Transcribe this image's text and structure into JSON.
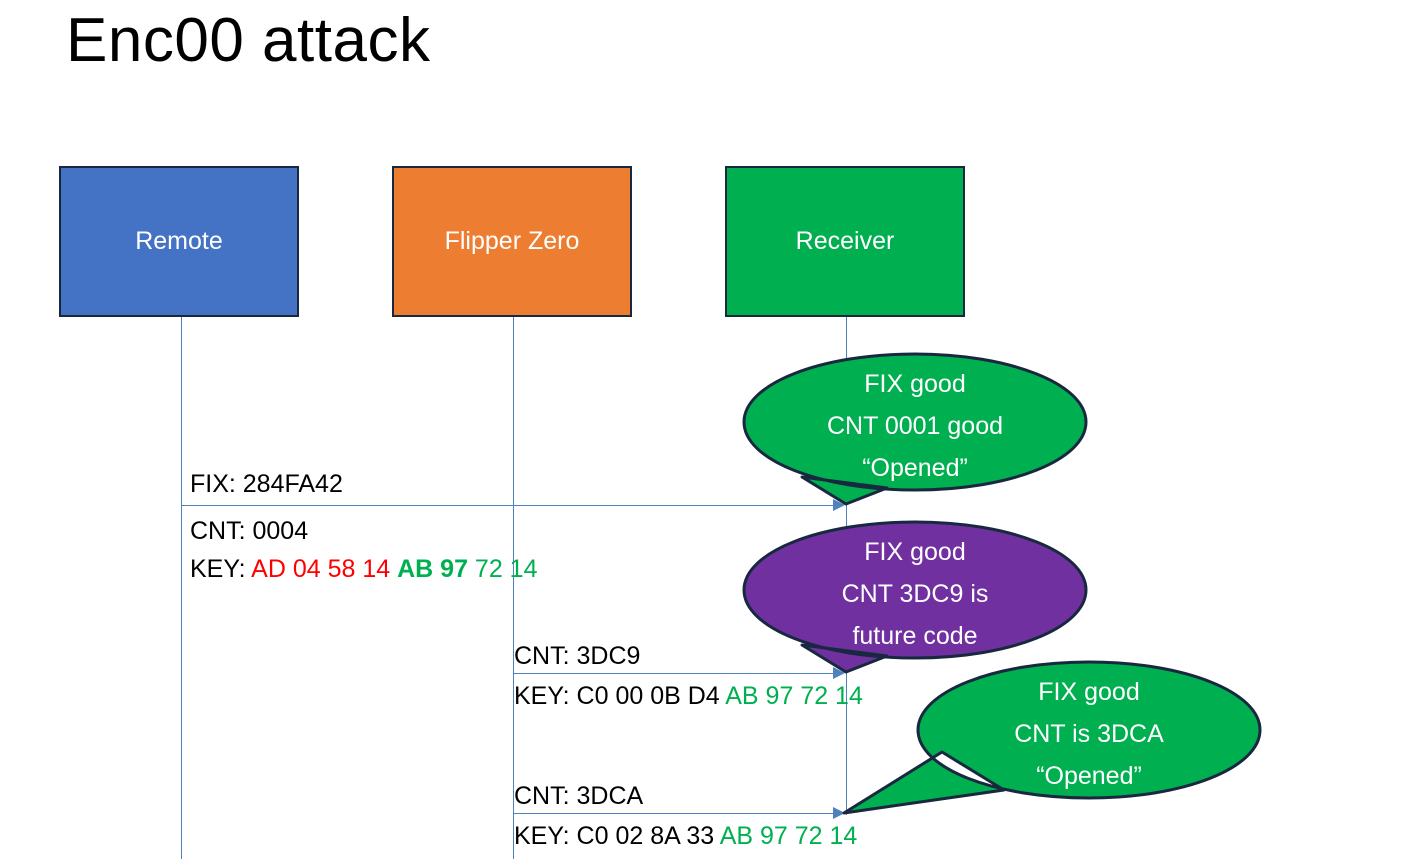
{
  "slide": {
    "title": "Enc00 attack",
    "background": "#ffffff"
  },
  "colors": {
    "remote_blue": "#4472C4",
    "flipper_orange": "#ED7D31",
    "receiver_green": "#00B050",
    "callout_purple": "#7030A0",
    "hex_red": "#FF0000",
    "hex_green": "#00B050",
    "line_blue": "#4f81bd",
    "outline": "#18283f"
  },
  "actors": [
    {
      "name": "remote",
      "label": "Remote"
    },
    {
      "name": "flipper",
      "label": "Flipper Zero"
    },
    {
      "name": "receiver",
      "label": "Receiver"
    }
  ],
  "messages": [
    {
      "id": "msg1",
      "from": "remote",
      "to": "receiver",
      "fix_label": "FIX: 284FA42",
      "cnt_label": "CNT: 0004",
      "key_prefix": "KEY: ",
      "key_red": "AD 04 58 14 ",
      "key_green_bold": "AB 97 ",
      "key_green": "72 14"
    },
    {
      "id": "msg2",
      "from": "flipper",
      "to": "receiver",
      "cnt_label": "CNT: 3DC9",
      "key_prefix": "KEY: C0 00 0B D4 ",
      "key_green": "AB 97 72 14"
    },
    {
      "id": "msg3",
      "from": "flipper",
      "to": "receiver",
      "cnt_label": "CNT: 3DCA",
      "key_prefix": "KEY: C0 02 8A 33 ",
      "key_green": "AB 97 72 14"
    }
  ],
  "callouts": [
    {
      "id": "callout-1",
      "fill": "#00B050",
      "line1": "FIX good",
      "line2": "CNT 0001 good",
      "line3": "“Opened”"
    },
    {
      "id": "callout-2",
      "fill": "#7030A0",
      "line1": "FIX good",
      "line2": "CNT 3DC9 is",
      "line3": "future code"
    },
    {
      "id": "callout-3",
      "fill": "#00B050",
      "line1": "FIX good",
      "line2": "CNT is 3DCA",
      "line3": "“Opened”"
    }
  ]
}
